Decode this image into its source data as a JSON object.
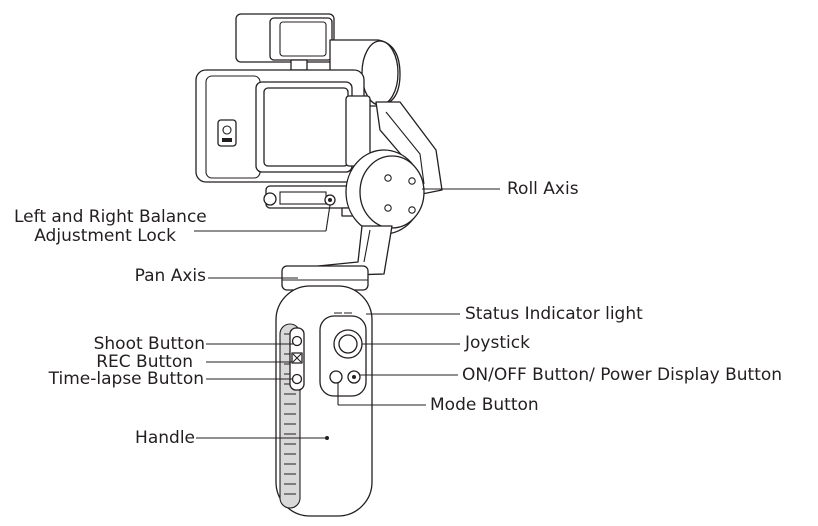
{
  "labels": {
    "roll_axis": "Roll Axis",
    "balance_lock_line1": "Left and Right Balance",
    "balance_lock_line2": "Adjustment Lock",
    "pan_axis": "Pan Axis",
    "status_light": "Status Indicator light",
    "joystick": "Joystick",
    "shoot_button": "Shoot Button",
    "rec_button": "REC Button",
    "timelapse_button": "Time-lapse Button",
    "power_button": "ON/OFF Button/ Power Display Button",
    "mode_button": "Mode Button",
    "handle": "Handle"
  }
}
